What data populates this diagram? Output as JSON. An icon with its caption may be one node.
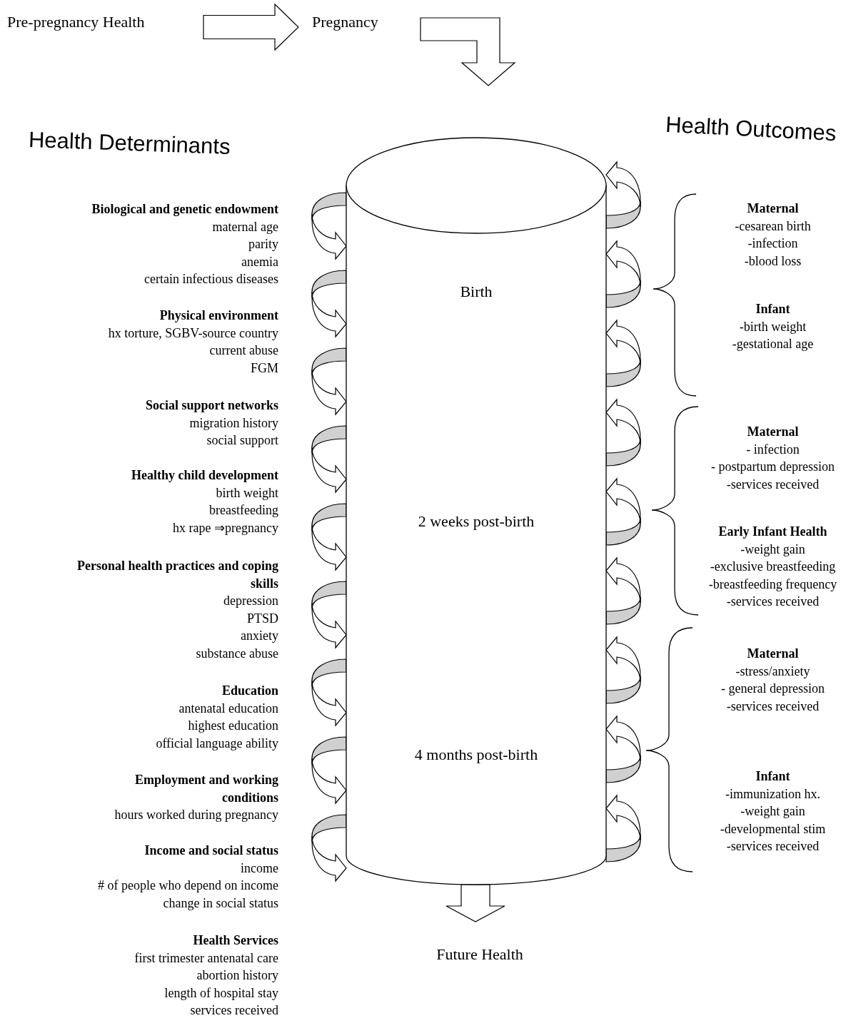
{
  "diagram": {
    "nodes": [
      {
        "text": [
          "Pre-pregnancy Health"
        ]
      },
      {
        "text": [
          "Pregnancy"
        ]
      },
      {
        "text": [
          "Birth",
          "2 weeks post-birth",
          "4 months post-birth"
        ]
      },
      {
        "text": [
          "Future Health"
        ]
      }
    ],
    "edges": [
      {
        "from": 0,
        "to": 1,
        "arrow": "to"
      },
      {
        "from": 1,
        "to": 2,
        "arrow": "to"
      },
      {
        "from": 2,
        "to": 3,
        "arrow": "to"
      },
      {
        "from": null,
        "to": 2,
        "arrow": "to"
      },
      {
        "from": null,
        "to": 2,
        "arrow": "to"
      },
      {
        "from": null,
        "to": 2,
        "arrow": "to"
      },
      {
        "from": null,
        "to": 2,
        "arrow": "to"
      },
      {
        "from": null,
        "to": 2,
        "arrow": "to"
      },
      {
        "from": null,
        "to": 2,
        "arrow": "to"
      },
      {
        "from": null,
        "to": 2,
        "arrow": "to"
      },
      {
        "from": null,
        "to": 2,
        "arrow": "to"
      },
      {
        "from": null,
        "to": 2,
        "arrow": "to"
      },
      {
        "from": null,
        "to": 2,
        "arrow": "to"
      },
      {
        "from": null,
        "to": 2,
        "arrow": "to"
      },
      {
        "from": null,
        "to": 2,
        "arrow": "to"
      },
      {
        "from": null,
        "to": 2,
        "arrow": "to"
      },
      {
        "from": null,
        "to": 2,
        "arrow": "to"
      },
      {
        "from": null,
        "to": 2,
        "arrow": "to"
      },
      {
        "from": null,
        "to": 2,
        "arrow": "to"
      },
      {
        "from": null,
        "to": 2,
        "arrow": "to"
      },
      {
        "from": null,
        "to": 2,
        "arrow": "to"
      }
    ],
    "labels": [
      "Health Determinants",
      "Health Outcomes",
      "Biological and genetic endowment",
      "maternal age",
      "parity",
      "anemia",
      "certain infectious diseases",
      "Physical environment",
      "hx torture, SGBV-source country",
      "current abuse",
      "FGM",
      "Social support networks",
      "migration history",
      "social support",
      "Healthy child development",
      "birth weight",
      "breastfeeding",
      "hx rape ⇒pregnancy",
      "Personal health practices and coping skills",
      "depression",
      "PTSD",
      "anxiety",
      "substance abuse",
      "Education",
      "antenatal education",
      "highest education",
      "official language ability",
      "Employment and working conditions",
      "hours worked during pregnancy",
      "Income and social status",
      "income",
      "# of people who depend on income",
      "change in social status",
      "Health Services",
      "first trimester antenatal care",
      "abortion history",
      "length of hospital stay",
      "services received",
      "Maternal",
      "-cesarean birth",
      "-infection",
      "-blood loss",
      "Infant",
      "-birth weight",
      "-gestational age",
      "Maternal",
      "- infection",
      "- postpartum depression",
      "-services received",
      "Early Infant Health",
      "-weight gain",
      "-exclusive breastfeeding",
      "-breastfeeding frequency",
      "-services received",
      "Maternal",
      "-stress/anxiety",
      "- general depression",
      "-services received",
      "Infant",
      "-immunization hx.",
      "-weight gain",
      "-developmental stim",
      "-services received"
    ]
  }
}
